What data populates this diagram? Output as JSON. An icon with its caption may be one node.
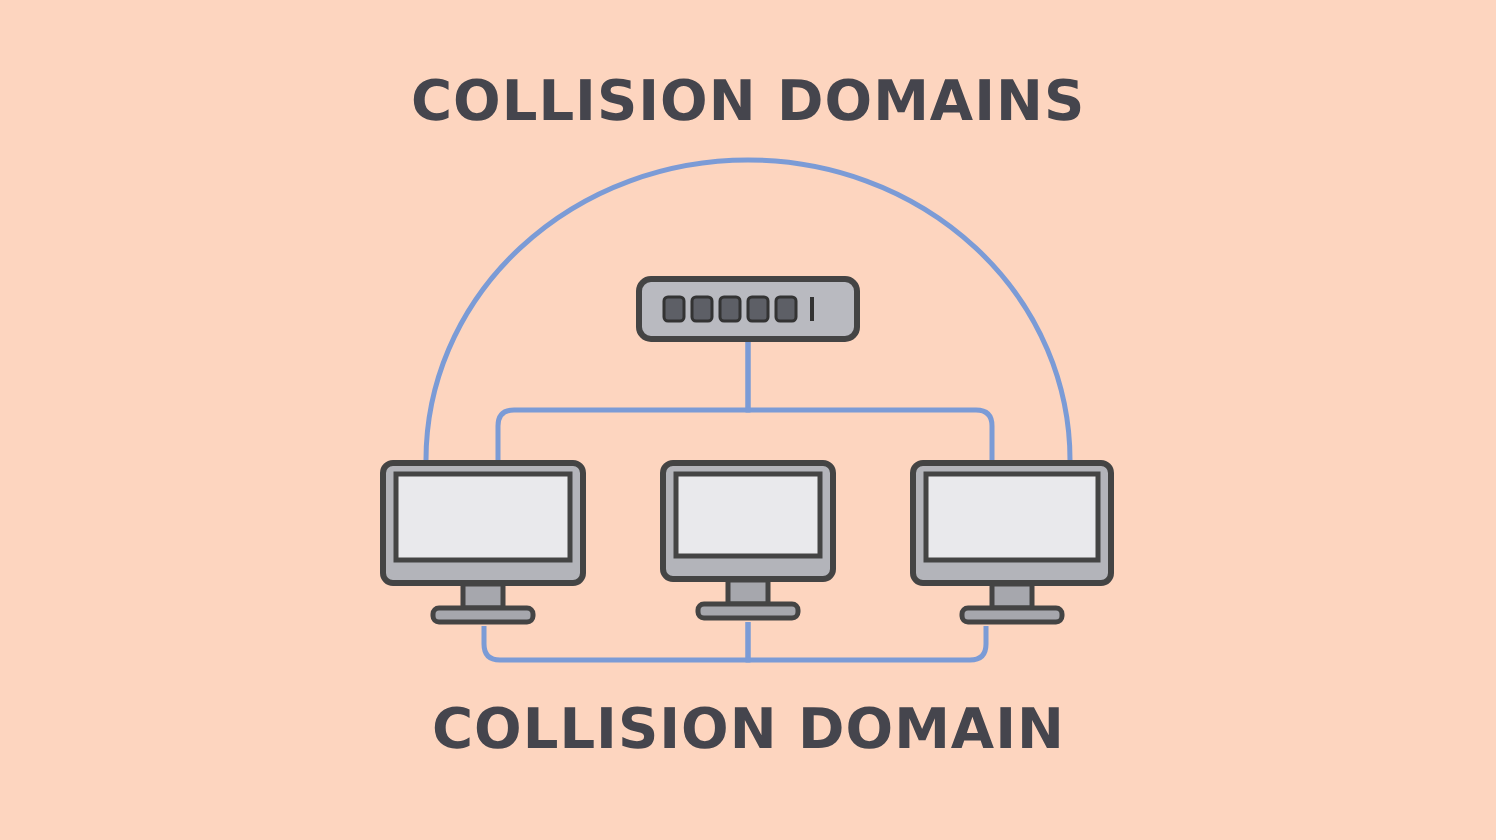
{
  "diagram": {
    "title": "COLLISION DOMAINS",
    "nodes": [
      {
        "text": [],
        "shape": "picture"
      },
      {
        "text": [],
        "shape": "picture"
      },
      {
        "text": [],
        "shape": "picture"
      },
      {
        "text": [],
        "shape": "picture"
      }
    ],
    "edges": [
      {
        "from": 0,
        "to": 1,
        "arrow": "none"
      },
      {
        "from": 0,
        "to": 3,
        "arrow": "none"
      },
      {
        "from": 1,
        "to": 3,
        "arrow": "none"
      },
      {
        "from": 1,
        "to": 2,
        "arrow": "none"
      },
      {
        "from": 2,
        "to": 3,
        "arrow": "none"
      }
    ],
    "labels": [
      "COLLISION DOMAIN"
    ]
  }
}
